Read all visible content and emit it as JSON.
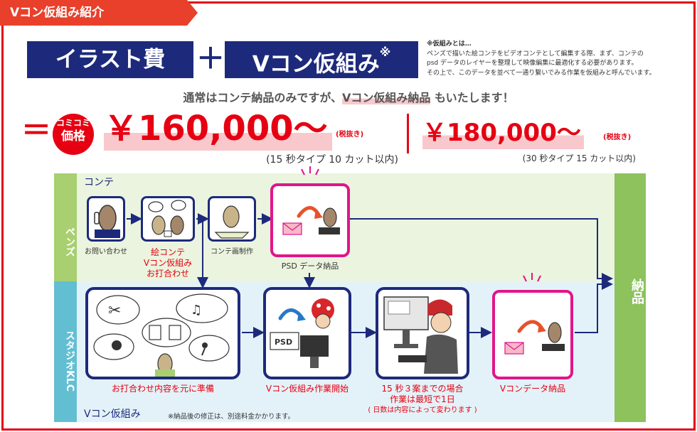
{
  "header": {
    "section_title": "Vコン仮組み紹介"
  },
  "titles": {
    "box1": "イラスト費",
    "plus": "＋",
    "box2": "Vコン仮組み",
    "box2_mark": "※"
  },
  "note": {
    "title": "※仮組みとは…",
    "line1": "ペンズで描いた絵コンテをビデオコンテとして編集する際、まず、コンテの",
    "line2": "psd データのレイヤーを整理して映像編集に最適化する必要があります。",
    "line3": "その上で、このデータを並べて一通り繋いでみる作業を仮組みと呼んでいます。"
  },
  "subtitle": {
    "pre": "通常はコンテ納品のみですが、",
    "hl": "Vコン仮組み納品",
    "post": " もいたします！"
  },
  "pricing": {
    "equals": "＝",
    "badge_top": "コミコミ",
    "badge_bottom": "価格",
    "price1": "￥160,000～",
    "tax1": "(税抜き)",
    "cond1": "(15 秒タイプ 10 カット以内)",
    "price2": "￥180,000～",
    "tax2": "(税抜き)",
    "cond2": "(30 秒タイプ 15 カット以内)"
  },
  "lanes": {
    "pens": "ペンズ",
    "studio": "スタジオKLC",
    "konte": "コンテ",
    "vcon": "Vコン仮組み",
    "nouhin": "納品"
  },
  "steps": {
    "inquiry": "お問い合わせ",
    "meeting_l1": "絵コンテ",
    "meeting_l2": "Vコン仮組み",
    "meeting_l3": "お打合わせ",
    "konte_make": "コンテ画制作",
    "psd_deliver": "PSD データ納品",
    "prep": "お打合わせ内容を元に準備",
    "vcon_start": "Vコン仮組み作業開始",
    "schedule_l1": "15 秒３案までの場合",
    "schedule_l2": "作業は最短で1日",
    "schedule_l3": "( 日数は内容によって変わります )",
    "vcon_deliver": "Vコンデータ納品",
    "psd_tag": "PSD"
  },
  "footnote": "※納品後の修正は、別途料金かかります。",
  "colors": {
    "red": "#e60012",
    "navy": "#1d2a7b",
    "pink": "#e0168a",
    "pens_lane": "#a8cf70",
    "studio_lane": "#62bfd2"
  }
}
